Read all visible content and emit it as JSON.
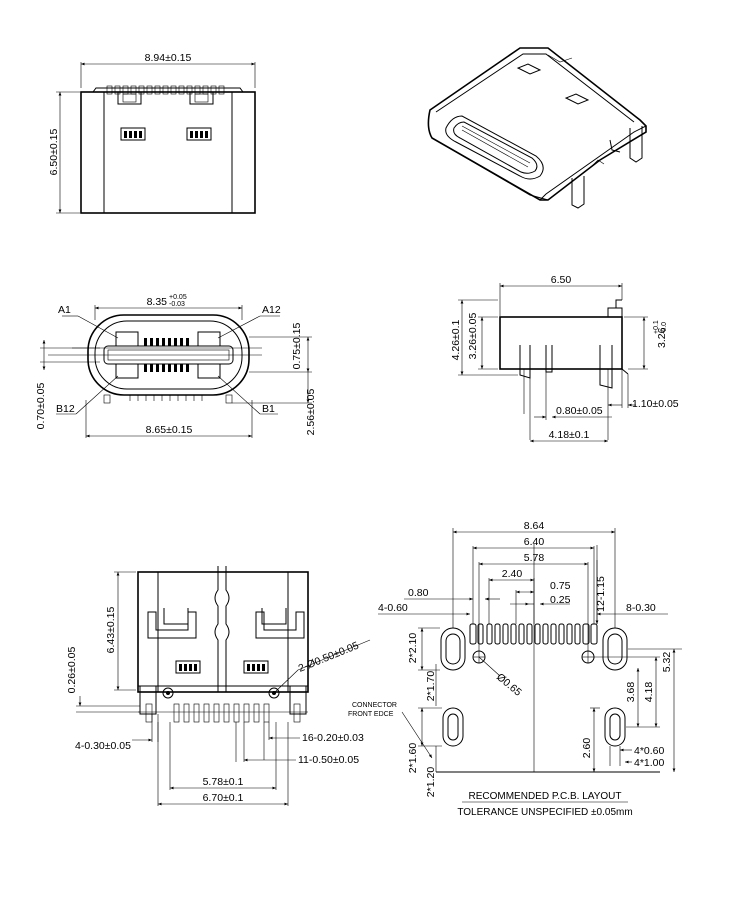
{
  "top_view": {
    "width_dim": "8.94±0.15",
    "height_dim": "6.50±0.15"
  },
  "front_view": {
    "width_dim": "8.35",
    "width_tol_upper": "+0.05",
    "width_tol_lower": "-0.03",
    "label_a1": "A1",
    "label_a12": "A12",
    "label_b12": "B12",
    "label_b1": "B1",
    "dim_075": "0.75±0.15",
    "dim_070": "0.70±0.05",
    "dim_256": "2.56±0.05",
    "bottom_width_dim": "8.65±0.15"
  },
  "side_view": {
    "width_dim": "6.50",
    "dim_426": "4.26±0.1",
    "dim_326": "3.26±0.05",
    "dim_326b": "3.26",
    "dim_326b_tol_upper": "+0.1",
    "dim_326b_tol_lower": "-0.0",
    "dim_110": "1.10±0.05",
    "dim_080": "0.80±0.05",
    "dim_418": "4.18±0.1"
  },
  "bottom_view": {
    "dim_643": "6.43±0.15",
    "dim_026": "0.26±0.05",
    "dim_holes": "2-Ø0.50±0.05",
    "dim_4x030": "4-0.30±0.05",
    "dim_16x020": "16-0.20±0.03",
    "dim_11x050": "11-0.50±0.05",
    "dim_578": "5.78±0.1",
    "dim_670": "6.70±0.1"
  },
  "pcb_layout": {
    "dim_864": "8.64",
    "dim_640": "6.40",
    "dim_578": "5.78",
    "dim_240": "2.40",
    "dim_075": "0.75",
    "dim_025": "0.25",
    "dim_080": "0.80",
    "dim_12x115": "12-1.15",
    "dim_4x060_top": "4-0.60",
    "dim_8x030": "8-0.30",
    "dim_2x210": "2*2.10",
    "dim_2x170": "2*1.70",
    "dim_065": "Ø0.65",
    "dim_368": "3.68",
    "dim_418": "4.18",
    "dim_532": "5.32",
    "dim_260": "2.60",
    "dim_4x060": "4*0.60",
    "dim_4x100": "4*1.00",
    "dim_2x160": "2*1.60",
    "dim_2x120": "2*1.20",
    "connector_label_1": "CONNECTOR",
    "connector_label_2": "FRONT EDCE",
    "title": "RECOMMENDED   P.C.B.  LAYOUT",
    "tolerance": "TOLERANCE  UNSPECIFIED  ±0.05mm"
  }
}
